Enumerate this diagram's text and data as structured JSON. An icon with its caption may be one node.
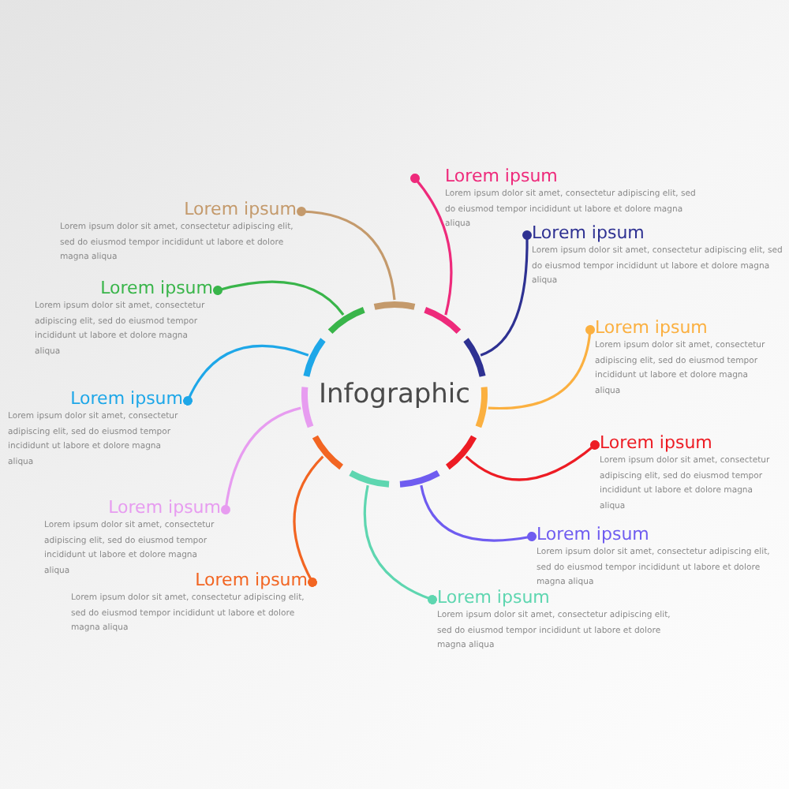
{
  "diagram": {
    "nodes": [
      {
        "text": [
          "Infographic"
        ]
      },
      {
        "text": [
          "Lorem ipsum",
          "Lorem ipsum dolor sit amet, consectetur adipiscing elit, sed do eiusmod tempor incididunt ut labore et dolore magna aliqua"
        ]
      },
      {
        "text": [
          "Lorem ipsum",
          "Lorem ipsum dolor sit amet, consectetur adipiscing elit, sed do eiusmod tempor incididunt ut labore et dolore magna aliqua"
        ]
      },
      {
        "text": [
          "Lorem ipsum",
          "Lorem ipsum dolor sit amet, consectetur adipiscing elit, sed do eiusmod tempor incididunt ut labore et dolore magna aliqua"
        ]
      },
      {
        "text": [
          "Lorem ipsum",
          "Lorem ipsum dolor sit amet, consectetur adipiscing elit, sed do eiusmod tempor incididunt ut labore et dolore magna aliqua"
        ]
      },
      {
        "text": [
          "Lorem ipsum",
          "Lorem ipsum dolor sit amet, consectetur adipiscing elit, sed do eiusmod tempor incididunt ut labore et dolore magna aliqua"
        ]
      },
      {
        "text": [
          "Lorem ipsum",
          "Lorem ipsum dolor sit amet, consectetur adipiscing elit, sed do eiusmod tempor incididunt ut labore et dolore magna aliqua"
        ]
      },
      {
        "text": [
          "Lorem ipsum",
          "Lorem ipsum dolor sit amet, consectetur adipiscing elit, sed do eiusmod tempor incididunt ut labore et dolore magna aliqua"
        ]
      },
      {
        "text": [
          "Lorem ipsum",
          "Lorem ipsum dolor sit amet, consectetur adipiscing elit, sed do eiusmod tempor incididunt ut labore et dolore magna aliqua"
        ]
      },
      {
        "text": [
          "Lorem ipsum",
          "Lorem ipsum dolor sit amet, consectetur adipiscing elit, sed do eiusmod tempor incididunt ut labore et dolore magna aliqua"
        ]
      },
      {
        "text": [
          "Lorem ipsum",
          "Lorem ipsum dolor sit amet, consectetur adipiscing elit, sed do eiusmod tempor incididunt ut labore et dolore magna aliqua"
        ]
      },
      {
        "text": [
          "Lorem ipsum",
          "Lorem ipsum dolor sit amet, consectetur adipiscing elit, sed do eiusmod tempor incididunt ut labore et dolore magna aliqua"
        ]
      }
    ],
    "edges": [
      {
        "from": 0,
        "to": 1,
        "arrow": "other",
        "color": "#c49a6c"
      },
      {
        "from": 0,
        "to": 2,
        "arrow": "other",
        "color": "#ee2a7b"
      },
      {
        "from": 0,
        "to": 3,
        "arrow": "other",
        "color": "#2e3192"
      },
      {
        "from": 0,
        "to": 4,
        "arrow": "other",
        "color": "#fbb040"
      },
      {
        "from": 0,
        "to": 5,
        "arrow": "other",
        "color": "#ed1c24"
      },
      {
        "from": 0,
        "to": 6,
        "arrow": "other",
        "color": "#6f5cf0"
      },
      {
        "from": 0,
        "to": 7,
        "arrow": "other",
        "color": "#5ed6b0"
      },
      {
        "from": 0,
        "to": 8,
        "arrow": "other",
        "color": "#f26522"
      },
      {
        "from": 0,
        "to": 9,
        "arrow": "other",
        "color": "#e79cf0"
      },
      {
        "from": 0,
        "to": 10,
        "arrow": "other",
        "color": "#1ea7e8"
      },
      {
        "from": 0,
        "to": 11,
        "arrow": "other",
        "color": "#39b54a"
      }
    ]
  }
}
